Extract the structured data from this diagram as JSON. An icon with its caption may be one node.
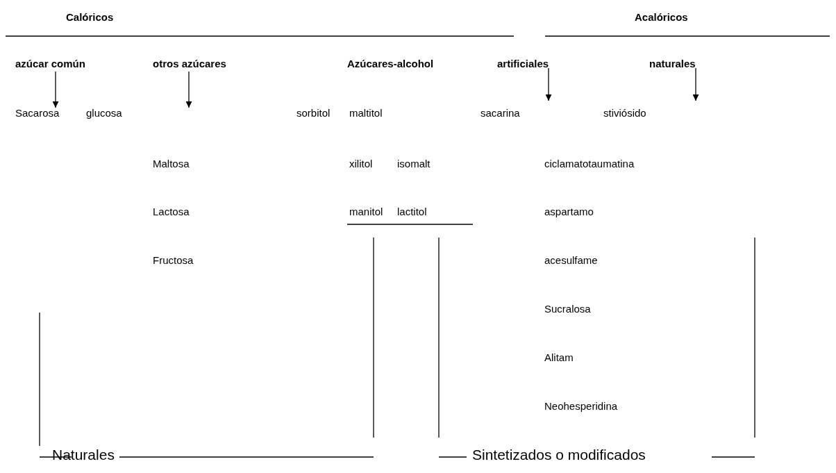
{
  "diagram": {
    "nodes": [
      {
        "text": [
          "azúcar común"
        ]
      },
      {
        "text": [
          "otros azúcares"
        ]
      },
      {
        "text": [
          "artificiales"
        ]
      },
      {
        "text": [
          "naturales"
        ]
      },
      {
        "text": [
          "Sacarosa"
        ]
      }
    ],
    "edges": [
      {
        "from": 0,
        "to": 4,
        "arrow": "to"
      },
      {
        "from": 1,
        "to": null,
        "arrow": "to"
      },
      {
        "from": 2,
        "to": null,
        "arrow": "to"
      },
      {
        "from": 3,
        "to": null,
        "arrow": "to"
      }
    ],
    "labels": [
      "Calóricos",
      "Acalóricos",
      "Azúcares-alcohol",
      "glucosa",
      "sorbitol",
      "maltitol",
      "sacarina",
      "stiviósido",
      "Maltosa",
      "xilitol",
      "isomalt",
      "ciclamatotaumatina",
      "Lactosa",
      "manitol",
      "lactitol",
      "aspartamo",
      "Fructosa",
      "acesulfame",
      "Sucralosa",
      "Alitam",
      "Neohesperidina",
      "Naturales",
      "Sintetizados o modificados"
    ]
  }
}
